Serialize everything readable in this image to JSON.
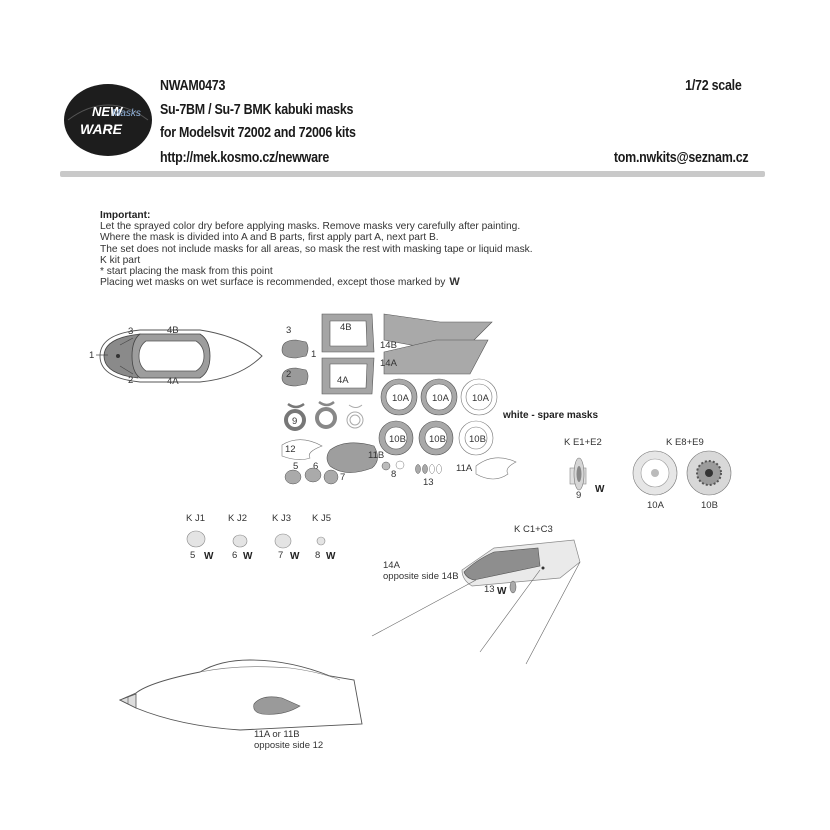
{
  "header": {
    "code": "NWAM0473",
    "title": "Su-7BM / Su-7 BMK kabuki masks",
    "subtitle": "for Modelsvit 72002 and 72006 kits",
    "url": "http://mek.kosmo.cz/newware",
    "scale": "1/72 scale",
    "email": "tom.nwkits@seznam.cz",
    "logo_top": "NEW",
    "logo_mid": "Masks",
    "logo_bottom": "WARE",
    "logo_icon": "new-ware-logo-icon"
  },
  "notes": {
    "title": "Important:",
    "lines": [
      "Let the sprayed color dry before applying masks. Remove masks very carefully after painting.",
      "Where the mask is divided into A and B parts, first apply part A, next part B.",
      "The set does not include masks for all areas, so mask the rest with masking tape or liquid mask.",
      "K kit part",
      "*  start placing the mask from this point"
    ],
    "wet_line": "Placing wet masks on wet surface is recommended, except those marked by",
    "wet_mark": "W"
  },
  "canopy": {
    "l1": "1",
    "l2": "2",
    "l3": "3",
    "l4A": "4A",
    "l4B": "4B"
  },
  "masks": {
    "l1": "1",
    "l2": "2",
    "l3": "3",
    "l4A": "4A",
    "l4B": "4B",
    "l14A": "14A",
    "l14B": "14B",
    "l9": "9",
    "l12": "12",
    "l5": "5",
    "l6": "6",
    "l7": "7",
    "l8": "8",
    "l11A": "11A",
    "l11B": "11B",
    "l13": "13",
    "l10A": "10A",
    "l10B": "10B",
    "spare": "white - spare masks"
  },
  "wheels": {
    "ke1": "K E1+E2",
    "ke8": "K E8+E9",
    "n9": "9",
    "w": "W",
    "n10A": "10A",
    "n10B": "10B"
  },
  "kj": {
    "j1": "K J1",
    "j2": "K J2",
    "j3": "K J3",
    "j5": "K J5",
    "n5": "5",
    "n6": "6",
    "n7": "7",
    "n8": "8",
    "w": "W"
  },
  "kc": {
    "label": "K C1+C3",
    "c14A": "14A",
    "opposite": "opposite side 14B",
    "n13": "13",
    "w": "W"
  },
  "fuselage": {
    "label1": "11A or 11B",
    "label2": "opposite side 12"
  }
}
